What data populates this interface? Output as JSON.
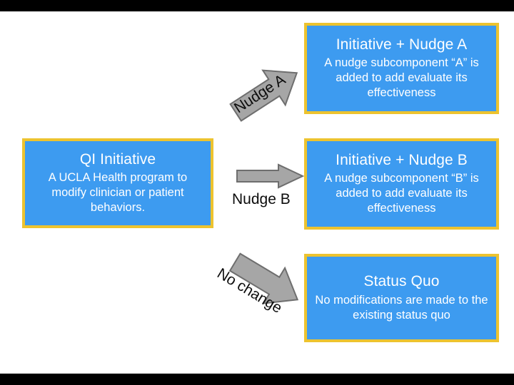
{
  "canvas": {
    "background": "#ffffff",
    "letterbox_color": "#000000"
  },
  "theme": {
    "node_fill": "#3d9bf0",
    "node_border": "#edc32f",
    "node_text": "#ffffff",
    "arrow_fill": "#a6a6a6",
    "arrow_stroke": "#6e6e6e",
    "label_text": "#0d0d0d"
  },
  "diagram": {
    "type": "flowchart",
    "source_node": {
      "id": "qi-initiative",
      "title": "QI Initiative",
      "body": "A UCLA Health program to modify clinician or patient behaviors."
    },
    "branches": [
      {
        "id": "nudge-a",
        "arrow_label": "Nudge A",
        "arrow_direction": "up-right",
        "target_title": "Initiative + Nudge A",
        "target_body": "A nudge subcomponent “A” is added to add evaluate its effectiveness"
      },
      {
        "id": "nudge-b",
        "arrow_label": "Nudge B",
        "arrow_direction": "right",
        "target_title": "Initiative + Nudge B",
        "target_body": "A nudge subcomponent “B” is added to add evaluate its effectiveness"
      },
      {
        "id": "status-quo",
        "arrow_label": "No change",
        "arrow_direction": "down-right",
        "target_title": "Status Quo",
        "target_body": "No modifications are made to the existing status quo"
      }
    ]
  }
}
